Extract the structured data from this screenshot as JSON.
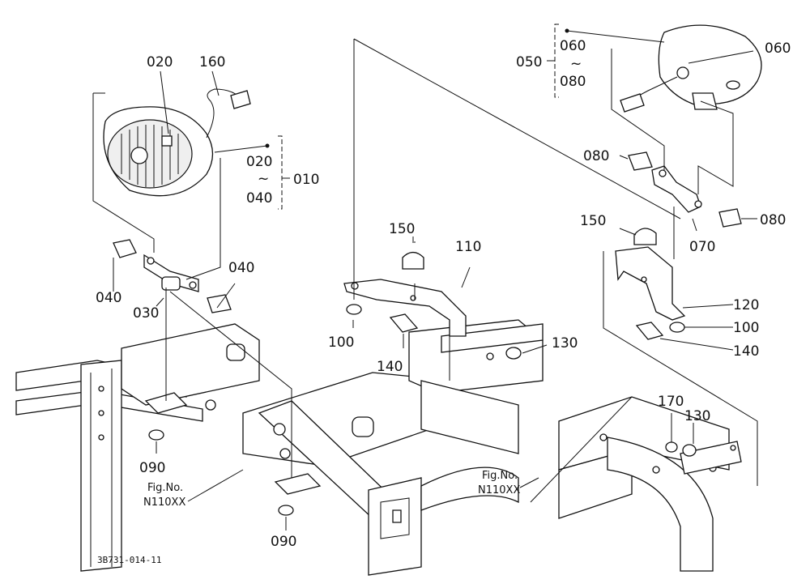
{
  "callouts": {
    "p020": "020",
    "p160": "160",
    "p020_range": "020",
    "p040_range": "040",
    "p010": "010",
    "p040_left": "040",
    "p030": "030",
    "p040_right": "040",
    "p090_top": "090",
    "p090_bottom": "090",
    "p050": "050",
    "p060_range": "060",
    "p080_range": "080",
    "p060": "060",
    "p080_bolt": "080",
    "p080_right": "080",
    "p070": "070",
    "p150_left": "150",
    "p110": "110",
    "p100_left": "100",
    "p140_left": "140",
    "p130_mid": "130",
    "p150_right": "150",
    "p120": "120",
    "p100_right": "100",
    "p140_right": "140",
    "p170": "170",
    "p130_bottom": "130"
  },
  "tilde": "~",
  "fig_refs": {
    "left_label": "Fig.No.",
    "left_number": "N110XX",
    "right_label": "Fig.No.",
    "right_number": "N110XX"
  },
  "drawing_code": "3B731-014-11"
}
